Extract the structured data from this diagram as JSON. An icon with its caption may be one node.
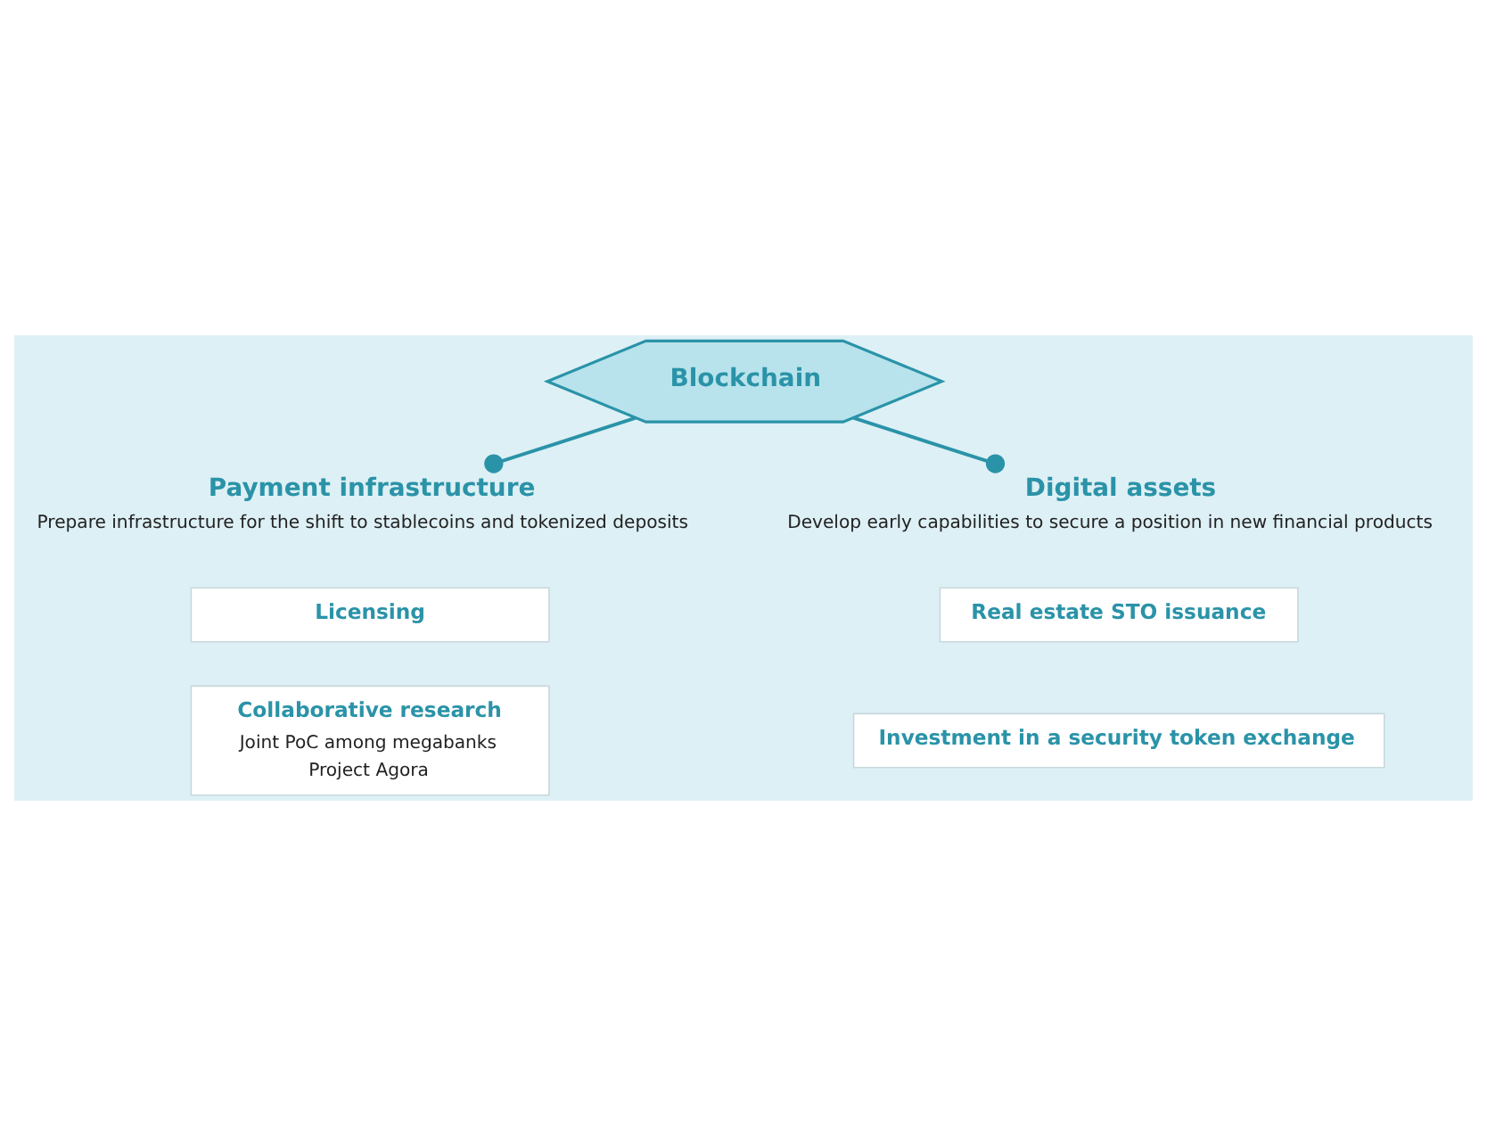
{
  "diagram": {
    "nodes": [
      {
        "text": [
          "Blockchain"
        ]
      },
      {
        "text": [
          "Payment infrastructure"
        ],
        "beside": [
          "Prepare infrastructure for the shift to stablecoins and tokenized deposits"
        ]
      },
      {
        "text": [
          "Digital assets"
        ],
        "beside": [
          "Develop early capabilities to secure a position in new financial products"
        ]
      },
      {
        "text": [
          "Licensing"
        ]
      },
      {
        "text": [
          "Collaborative research",
          "Joint PoC among megabanks",
          "Project Agora"
        ]
      },
      {
        "text": [
          "Real estate STO issuance"
        ]
      },
      {
        "text": [
          "Investment in a security token exchange"
        ]
      }
    ],
    "edges": [
      {
        "from": 0,
        "to": 1,
        "arrow": "other"
      },
      {
        "from": 0,
        "to": 2,
        "arrow": "other"
      }
    ]
  }
}
